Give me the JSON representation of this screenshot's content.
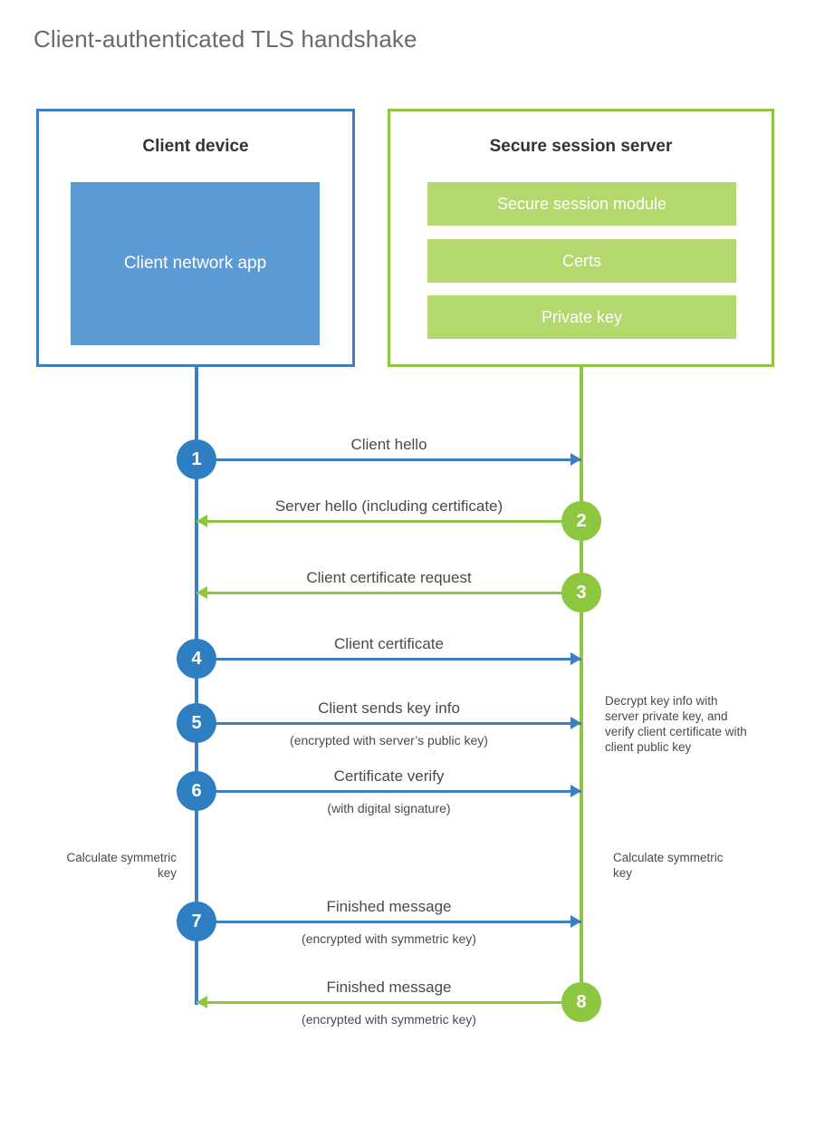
{
  "title": "Client-authenticated TLS handshake",
  "colors": {
    "client_accent": "#3f7fc1",
    "client_circle": "#2e7fc1",
    "client_app_fill": "#5b9bd5",
    "server_accent": "#8dc63f",
    "server_band_fill": "#b2d86e",
    "text": "#4a4a4a",
    "title_text": "#6a6a6a",
    "background": "#ffffff"
  },
  "client": {
    "title": "Client device",
    "app_label": "Client network app"
  },
  "server": {
    "title": "Secure session server",
    "bands": [
      {
        "label": "Secure session module"
      },
      {
        "label": "Certs"
      },
      {
        "label": "Private key"
      }
    ]
  },
  "annotations": {
    "server_decrypt": "Decrypt key info with server private key, and verify client certificate with client public key",
    "client_calc": "Calculate symmetric key",
    "server_calc": "Calculate symmetric key"
  },
  "chart_data": {
    "type": "diagram",
    "diagram_kind": "sequence",
    "title": "Client-authenticated TLS handshake",
    "actors": [
      "Client device",
      "Secure session server"
    ],
    "steps": [
      {
        "number": "1",
        "label": "Client hello",
        "sublabel": "",
        "direction": "client-to-server",
        "color": "blue"
      },
      {
        "number": "2",
        "label": "Server hello (including certificate)",
        "sublabel": "",
        "direction": "server-to-client",
        "color": "green"
      },
      {
        "number": "3",
        "label": "Client certificate request",
        "sublabel": "",
        "direction": "server-to-client",
        "color": "green"
      },
      {
        "number": "4",
        "label": "Client certificate",
        "sublabel": "",
        "direction": "client-to-server",
        "color": "blue"
      },
      {
        "number": "5",
        "label": "Client sends key info",
        "sublabel": "(encrypted with server’s public key)",
        "direction": "client-to-server",
        "color": "blue"
      },
      {
        "number": "6",
        "label": "Certificate verify",
        "sublabel": "(with digital signature)",
        "direction": "client-to-server",
        "color": "blue"
      },
      {
        "number": "7",
        "label": "Finished message",
        "sublabel": "(encrypted with symmetric key)",
        "direction": "client-to-server",
        "color": "blue"
      },
      {
        "number": "8",
        "label": "Finished message",
        "sublabel": "(encrypted with symmetric key)",
        "direction": "server-to-client",
        "color": "green"
      }
    ]
  }
}
